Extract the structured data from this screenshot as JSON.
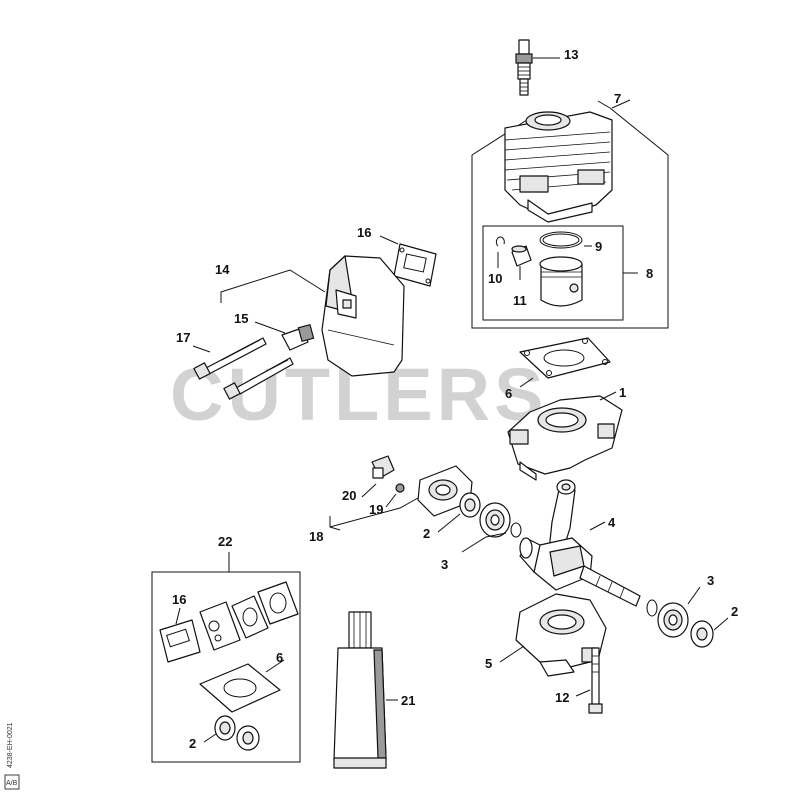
{
  "watermark": "CUTLERS",
  "doc_code": "4238-EH-0021",
  "doc_stamp": "A/B",
  "callouts": {
    "c1": "1",
    "c2a": "2",
    "c2b": "2",
    "c2c": "2",
    "c3a": "3",
    "c3b": "3",
    "c4": "4",
    "c5": "5",
    "c6a": "6",
    "c6b": "6",
    "c7": "7",
    "c8": "8",
    "c9": "9",
    "c10": "10",
    "c11": "11",
    "c12": "12",
    "c13": "13",
    "c14": "14",
    "c15": "15",
    "c16a": "16",
    "c16b": "16",
    "c17": "17",
    "c18": "18",
    "c19": "19",
    "c20": "20",
    "c21": "21",
    "c22": "22"
  }
}
